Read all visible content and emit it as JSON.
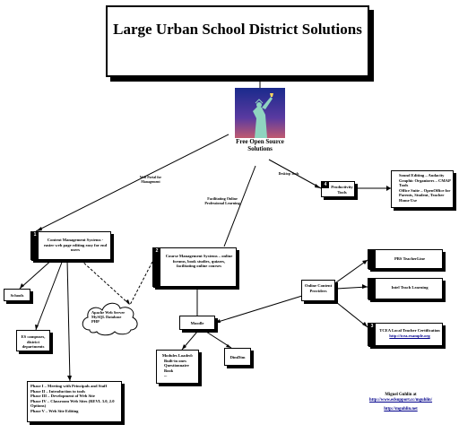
{
  "title": "Large Urban School District Solutions",
  "center": {
    "label": "Free Open Source Solutions"
  },
  "branches": {
    "web_portals": "Web Portal for Management",
    "desktop": "Desktop Tools",
    "facilitating": "Facilitating Online Professional Learning"
  },
  "cms": {
    "number": "1",
    "text": "Content Management Systems - easier web page editing easy for end users"
  },
  "schools_label": "Schools",
  "district_label": "ES campuses, district departments",
  "phases": [
    "Phase I – Meeting with Principals and Staff",
    "Phase II – Introduction to tools",
    "Phase III – Development of Web Site",
    "Phase IV – Classroom Web Sites (REVL 3.0, 2.0 Options)",
    "Phase V – Web Site Editing"
  ],
  "cloud_items": [
    "Apache Web Server",
    "MySQL Database",
    "PHP"
  ],
  "courses": {
    "number": "2",
    "text": "Course Management Systems – online forums, book studies, quizzes, facilitating online courses"
  },
  "moodle_label": "Moodle",
  "modules": {
    "title": "Modules Loaded:",
    "items": [
      "Built-in ones",
      "Questionnaire",
      "Book",
      "..."
    ]
  },
  "dimdim_label": "DimDim",
  "online_content": "Online Content Providers",
  "pbs": {
    "number": "",
    "text": "PBS TeacherLine"
  },
  "intel": {
    "number": "",
    "text": "Intel Teach Learning"
  },
  "tcea": {
    "number": "3",
    "text": "TCEA Local Teacher Certification",
    "link": "http://tcea.example.org"
  },
  "productivity": {
    "number": "4",
    "text": "Productivity Tools"
  },
  "productivity_list": [
    "Sound Editing – Audacity",
    "Graphic Organizers – CMAP Tools",
    "Office Suite – OpenOffice for Parents, Student, Teacher Home Use"
  ],
  "author": {
    "name": "Miguel Guhlin at",
    "link1": "http://www.edsupport.cc/mguhlin/",
    "link2": "http://mguhlin.net"
  }
}
